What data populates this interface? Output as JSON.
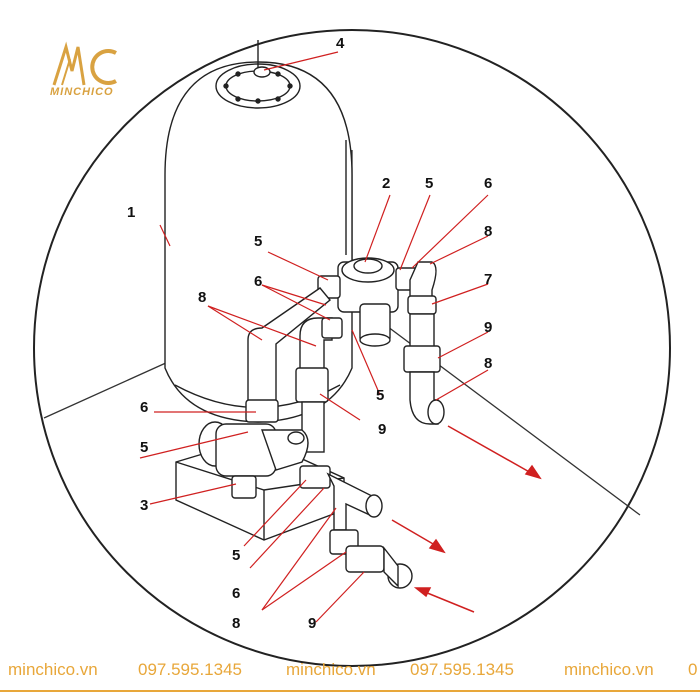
{
  "brand": {
    "name": "MINCHICO",
    "color": "#d9a241"
  },
  "footer": {
    "color": "#e8a73a",
    "items": [
      "minchico.vn",
      "097.595.1345",
      "minchico.vn",
      "097.595.1345",
      "minchico.vn",
      "0"
    ]
  },
  "callouts": {
    "c1": "1",
    "c2": "2",
    "c3": "3",
    "c4": "4",
    "c5a": "5",
    "c5b": "5",
    "c5c": "5",
    "c5d": "5",
    "c5e": "5",
    "c6a": "6",
    "c6b": "6",
    "c6c": "6",
    "c6d": "6",
    "c7": "7",
    "c8a": "8",
    "c8b": "8",
    "c8c": "8",
    "c8d": "8",
    "c9a": "9",
    "c9b": "9",
    "c9c": "9"
  }
}
